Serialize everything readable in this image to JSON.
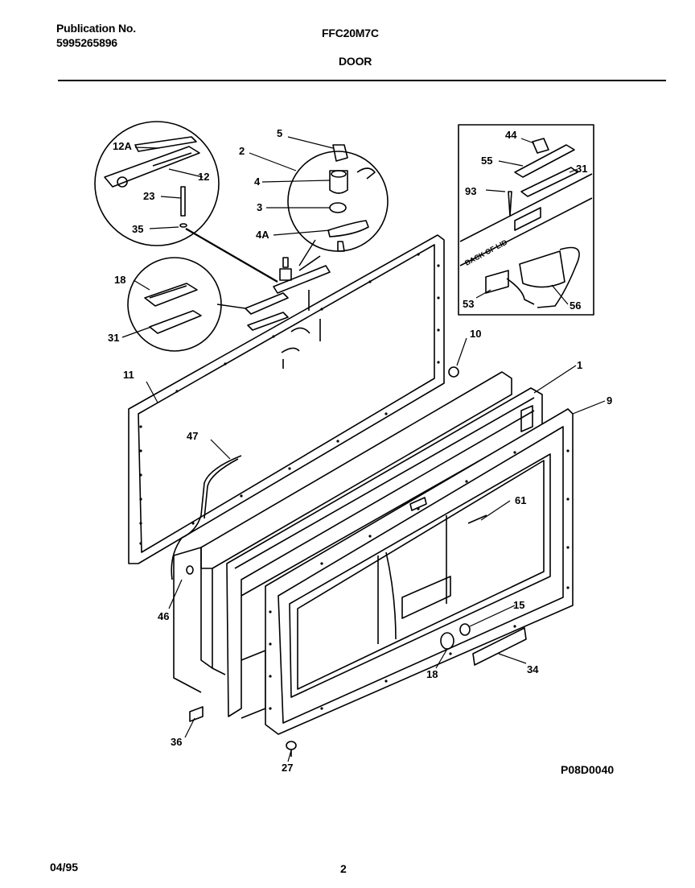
{
  "header": {
    "publication_label": "Publication No.",
    "publication_number": "5995265896",
    "model": "FFC20M7C",
    "section": "DOOR"
  },
  "diagram": {
    "drawing_code": "P08D0040",
    "callouts": {
      "c5": "5",
      "c2": "2",
      "c4": "4",
      "c3": "3",
      "c4a": "4A",
      "c12a": "12A",
      "c12": "12",
      "c23": "23",
      "c35": "35",
      "c18a": "18",
      "c31a": "31",
      "c11": "11",
      "c47": "47",
      "c46": "46",
      "c10": "10",
      "c1": "1",
      "c9": "9",
      "c61": "61",
      "c15": "15",
      "c18b": "18",
      "c34": "34",
      "c36": "36",
      "c27": "27",
      "c44": "44",
      "c55": "55",
      "c31b": "31",
      "c93": "93",
      "c53": "53",
      "c56": "56"
    },
    "inset_text": "BACK OF LID"
  },
  "footer": {
    "date": "04/95",
    "page": "2"
  }
}
